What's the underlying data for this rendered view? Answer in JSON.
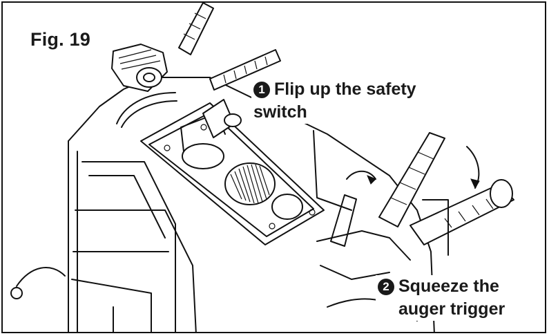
{
  "figure": {
    "title": "Fig. 19"
  },
  "steps": [
    {
      "number": "1",
      "lines": [
        "Flip up the safety",
        "switch"
      ]
    },
    {
      "number": "2",
      "lines": [
        "Squeeze the",
        "auger trigger"
      ]
    }
  ],
  "colors": {
    "line": "#111111",
    "background": "#ffffff"
  }
}
